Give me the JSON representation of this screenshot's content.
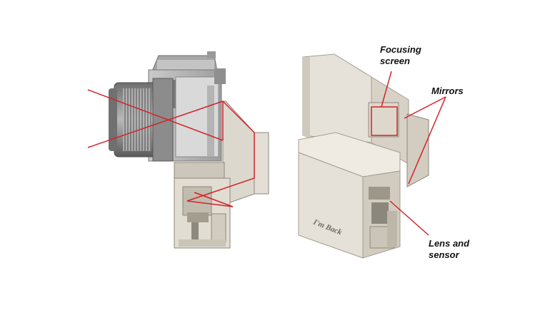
{
  "labels": {
    "focusing_screen": [
      "Focusing",
      "screen"
    ],
    "mirrors": "Mirrors",
    "lens_and_sensor": [
      "Lens and",
      "sensor"
    ],
    "brand_mark": "I'm Back"
  },
  "colors": {
    "annotation_red": "#d2232a",
    "housing_light": "#e6e1d8",
    "housing_mid": "#cfc9bd",
    "housing_dark": "#a9a396",
    "lens_metal": "#8a8a8a",
    "lens_dark": "#5c5c5c",
    "glass_grey": "#bdbdbd",
    "text": "#111111"
  }
}
